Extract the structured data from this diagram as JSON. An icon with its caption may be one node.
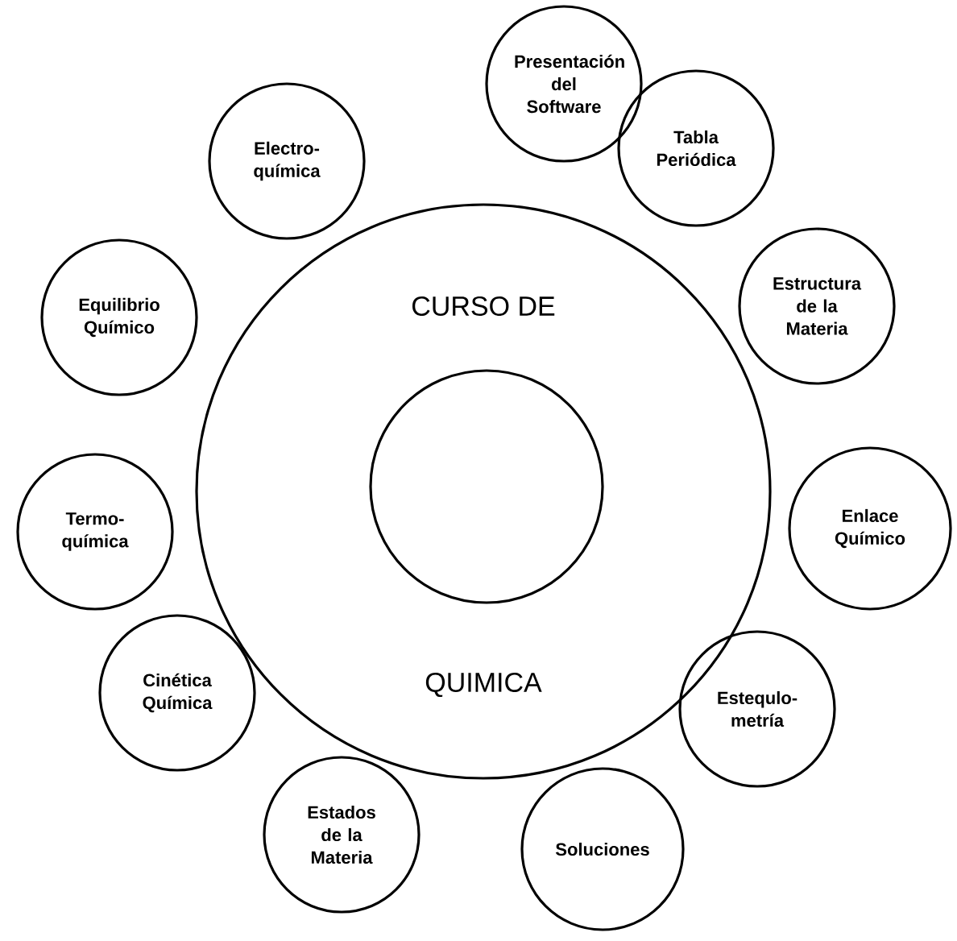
{
  "diagram": {
    "nodes": [
      {
        "text": [
          "CURSO DE",
          "QUIMICA"
        ]
      },
      {
        "text": [],
        "shape": "circle",
        "in": 0
      },
      {
        "text": [
          "Presentación del Software"
        ]
      },
      {
        "text": [
          "Tabla Periódica"
        ]
      },
      {
        "text": [
          "Estructura de la Materia"
        ]
      },
      {
        "text": [
          "Enlace Químico"
        ]
      },
      {
        "text": [
          "Estequlo- metría"
        ]
      },
      {
        "text": [
          "Soluciones"
        ]
      },
      {
        "text": [
          "Estados de la Materia"
        ]
      },
      {
        "text": [
          "Cinética Química"
        ]
      },
      {
        "text": [
          "Termo- química"
        ]
      },
      {
        "text": [
          "Equilibrio Químico"
        ]
      },
      {
        "text": [
          "Electro- química"
        ]
      }
    ],
    "edges": []
  }
}
